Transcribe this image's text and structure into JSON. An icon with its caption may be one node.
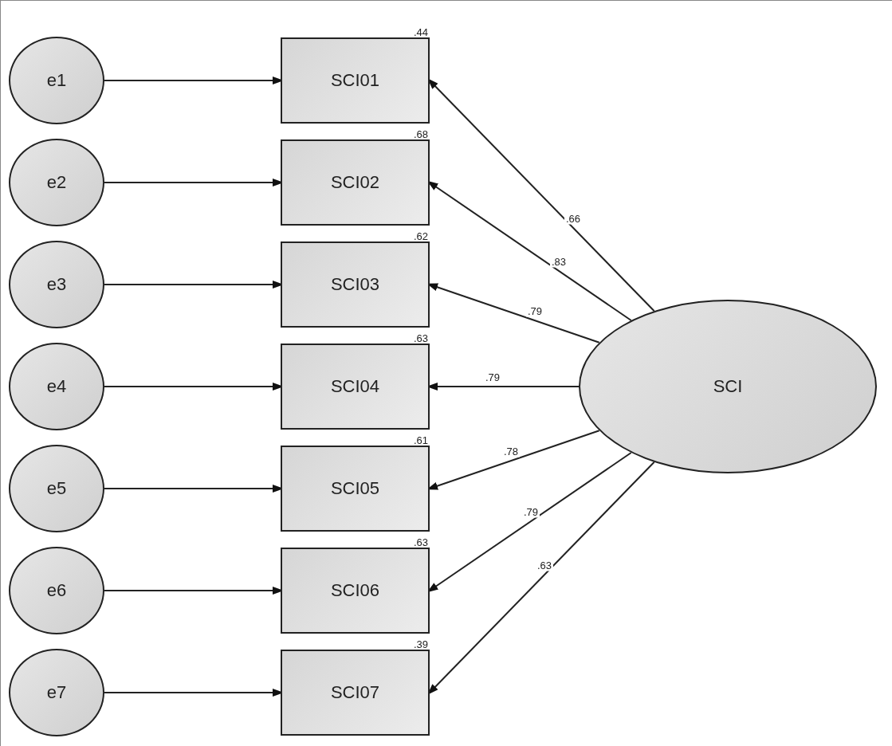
{
  "diagram": {
    "nodes": [
      {
        "text": [
          "e1"
        ]
      },
      {
        "text": [
          "e2"
        ]
      },
      {
        "text": [
          "e3"
        ]
      },
      {
        "text": [
          "e4"
        ]
      },
      {
        "text": [
          "e5"
        ]
      },
      {
        "text": [
          "e6"
        ]
      },
      {
        "text": [
          "e7"
        ]
      },
      {
        "text": [
          "SCI01"
        ],
        "beside": [
          ".44"
        ]
      },
      {
        "text": [
          "SCI02"
        ],
        "beside": [
          ".68"
        ]
      },
      {
        "text": [
          "SCI03"
        ],
        "beside": [
          ".62"
        ]
      },
      {
        "text": [
          "SCI04"
        ],
        "beside": [
          ".63"
        ]
      },
      {
        "text": [
          "SCI05"
        ],
        "beside": [
          ".61"
        ]
      },
      {
        "text": [
          "SCI06"
        ],
        "beside": [
          ".63"
        ]
      },
      {
        "text": [
          "SCI07"
        ],
        "beside": [
          ".39"
        ]
      },
      {
        "text": [
          "SCI"
        ]
      }
    ],
    "edges": [
      {
        "from": 0,
        "to": 7,
        "arrow": "to"
      },
      {
        "from": 1,
        "to": 8,
        "arrow": "to"
      },
      {
        "from": 2,
        "to": 9,
        "arrow": "to"
      },
      {
        "from": 3,
        "to": 10,
        "arrow": "to"
      },
      {
        "from": 4,
        "to": 11,
        "arrow": "to"
      },
      {
        "from": 5,
        "to": 12,
        "arrow": "to"
      },
      {
        "from": 6,
        "to": 13,
        "arrow": "to"
      },
      {
        "from": 14,
        "to": 7,
        "arrow": "to",
        "label": ".66"
      },
      {
        "from": 14,
        "to": 8,
        "arrow": "to",
        "label": ".83"
      },
      {
        "from": 14,
        "to": 9,
        "arrow": "to",
        "label": ".79"
      },
      {
        "from": 14,
        "to": 10,
        "arrow": "to",
        "label": ".79"
      },
      {
        "from": 14,
        "to": 11,
        "arrow": "to",
        "label": ".78"
      },
      {
        "from": 14,
        "to": 12,
        "arrow": "to",
        "label": ".79"
      },
      {
        "from": 14,
        "to": 13,
        "arrow": "to",
        "label": ".63"
      }
    ]
  }
}
